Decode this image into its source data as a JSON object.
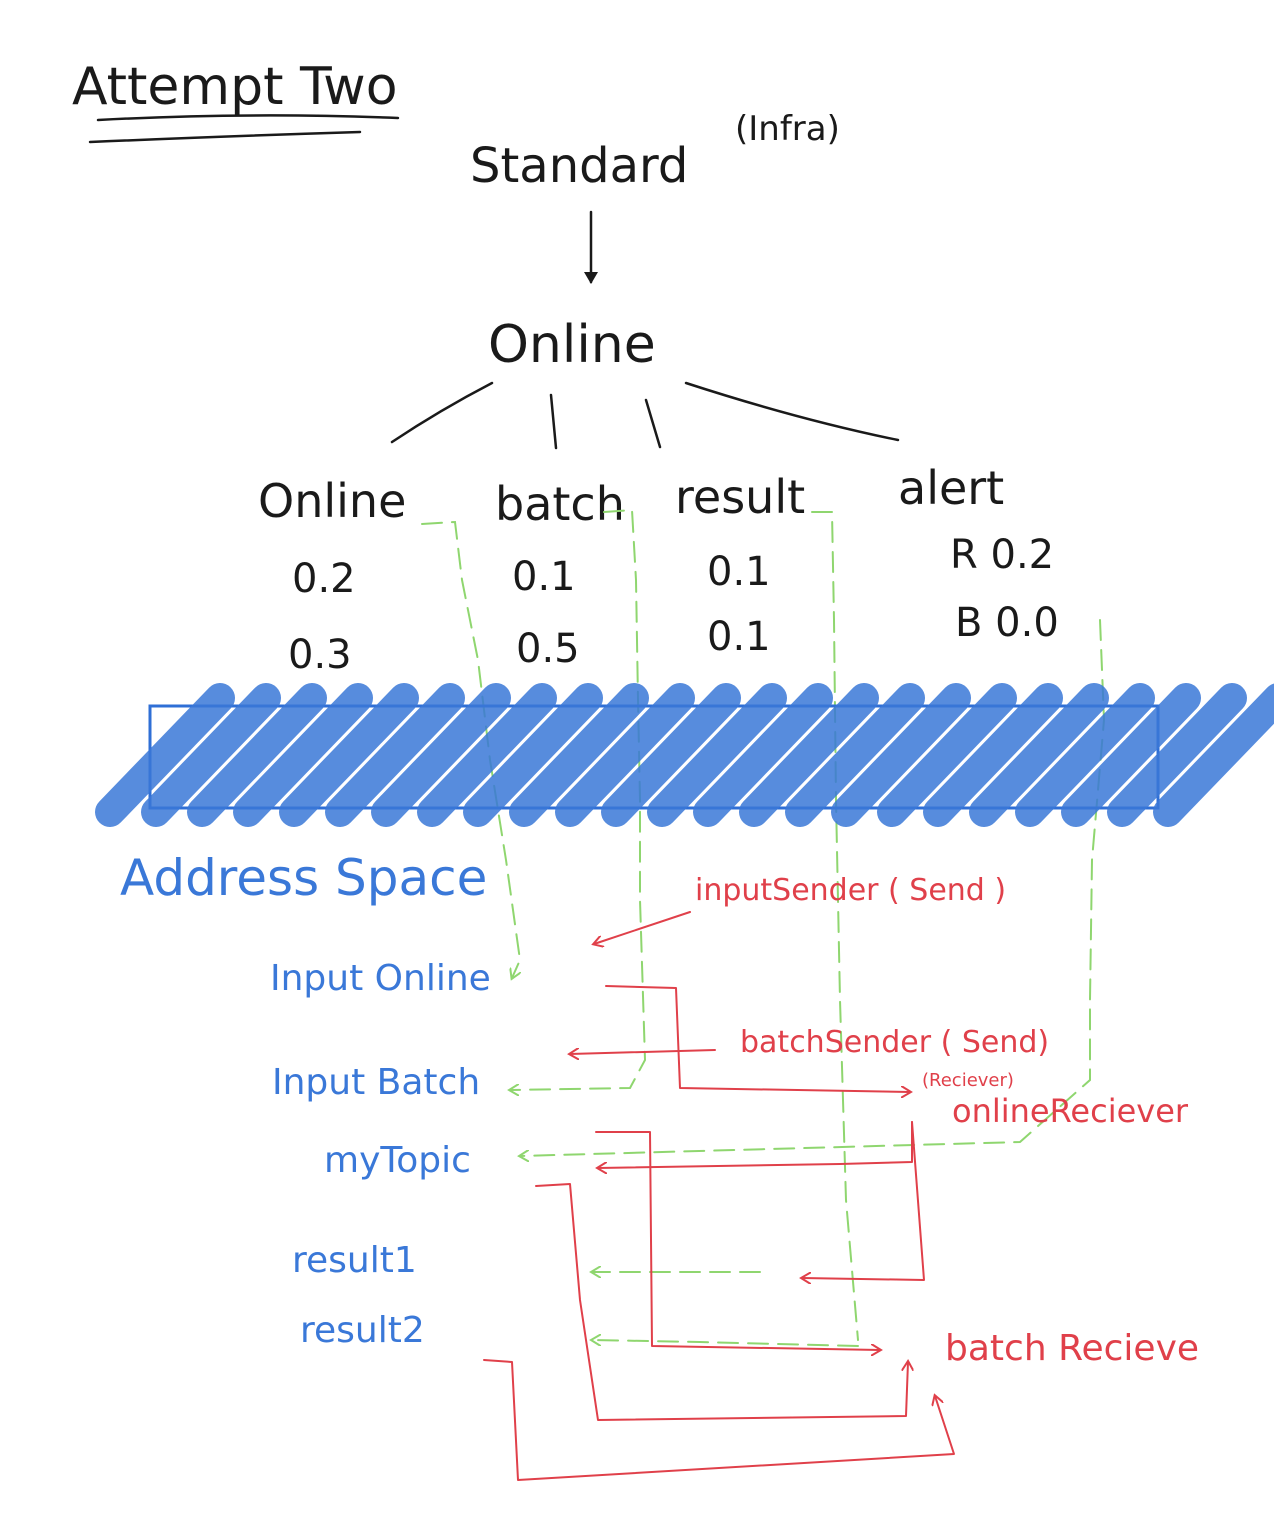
{
  "title": "Attempt Two",
  "root": {
    "label": "Standard",
    "note": "(Infra)"
  },
  "child": {
    "label": "Online"
  },
  "topics": [
    {
      "name": "Online",
      "values": [
        "0.2",
        "0.3"
      ]
    },
    {
      "name": "batch",
      "values": [
        "0.1",
        "0.5"
      ]
    },
    {
      "name": "result",
      "values": [
        "0.1",
        "0.1"
      ]
    },
    {
      "name": "alert",
      "values": [
        "R 0.2",
        "B 0.0"
      ]
    }
  ],
  "address_space": {
    "label": "Address Space",
    "items": [
      "Input Online",
      "Input Batch",
      "myTopic",
      "result1",
      "result2"
    ]
  },
  "components": {
    "input_sender": "inputSender ( Send )",
    "batch_sender": "batchSender ( Send)",
    "online_receiver_note": "(Reciever)",
    "online_receiver": "onlineReciever",
    "batch_receiver": "batch Recieve"
  },
  "colors": {
    "ink": "#1a1a1a",
    "address_space": "#3a78d8",
    "components": "#e0404a",
    "topic_links": "#8fd66f"
  }
}
